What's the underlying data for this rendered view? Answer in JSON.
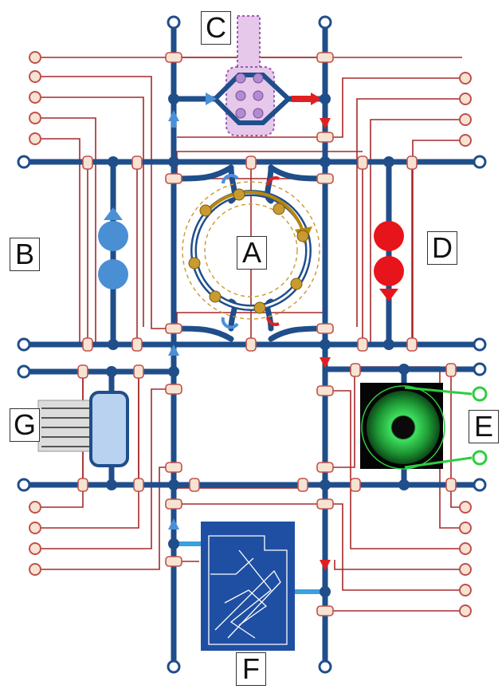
{
  "labels": {
    "a": "A",
    "b": "B",
    "c": "C",
    "d": "D",
    "e": "E",
    "f": "F",
    "g": "G"
  },
  "colors": {
    "channel": "#1f4e8a",
    "wire": "#a52a2a",
    "pad_fill": "#f6e3d2",
    "pad_stroke": "#c0504d",
    "arrow_blue": "#4a90d9",
    "arrow_red": "#e02020",
    "droplet_blue": "#4a8fd4",
    "droplet_red": "#e8141b",
    "bead_gold": "#c99a2e",
    "mixer_purple": "#9b59b6",
    "chip_panel": "#1f4fa3",
    "sensor_green": "#2ecc40"
  }
}
